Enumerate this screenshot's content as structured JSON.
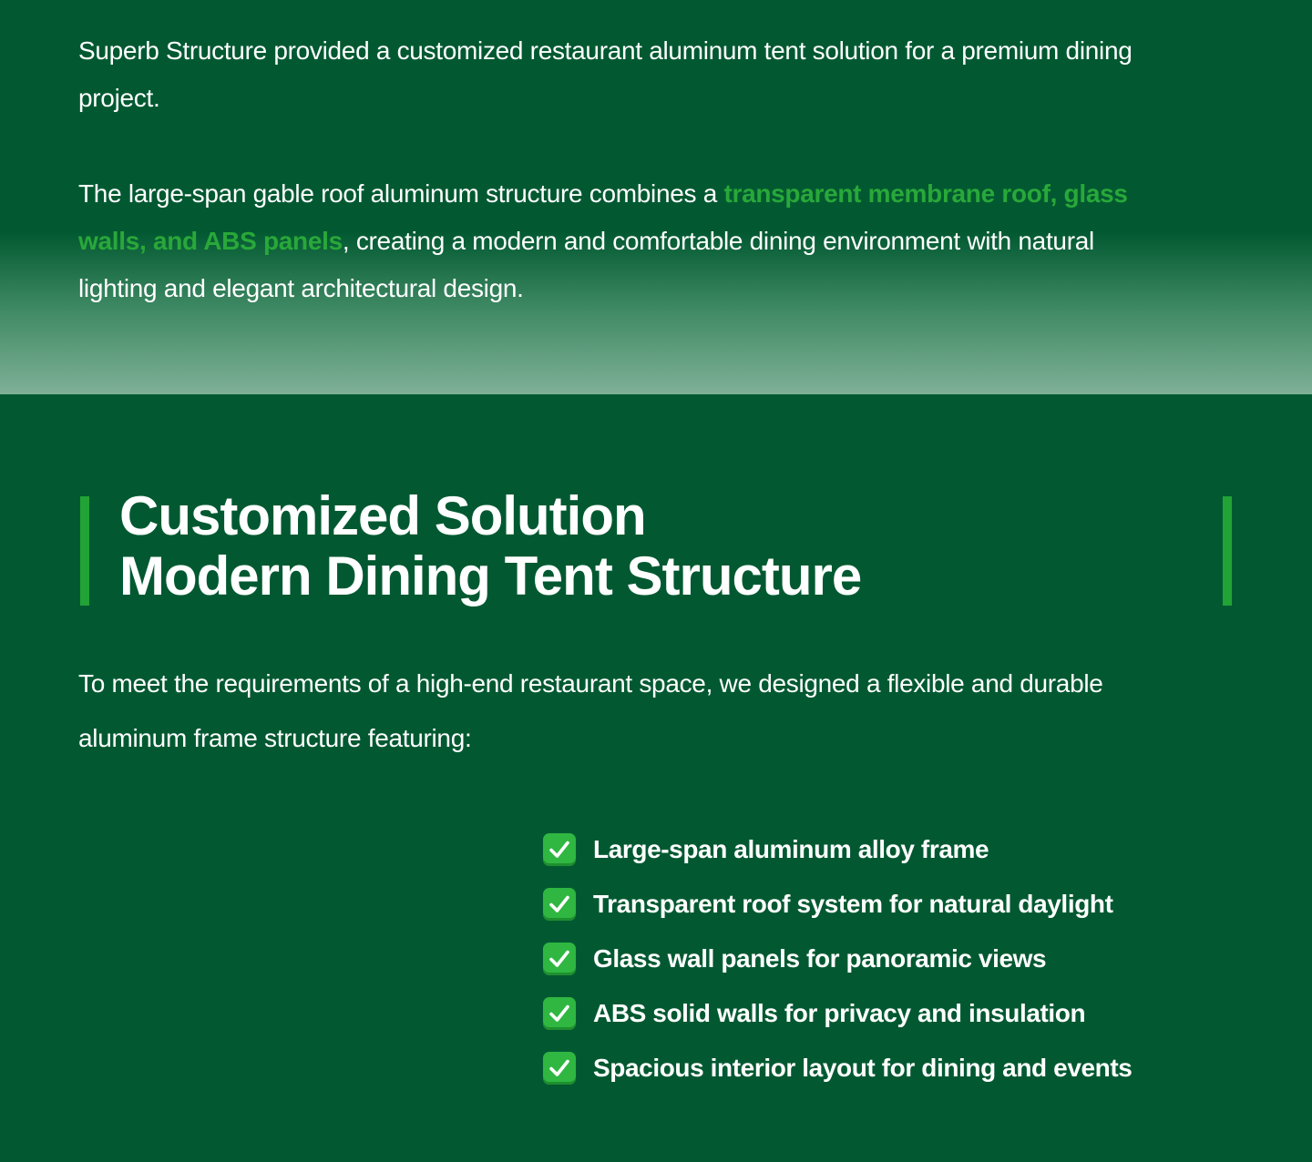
{
  "intro": {
    "paragraph1": "Superb Structure provided a customized restaurant aluminum tent solution for a premium dining project.",
    "paragraph2_before": "The large-span gable roof aluminum structure combines a ",
    "paragraph2_highlight": "transparent membrane roof, glass walls, and ABS panels",
    "paragraph2_after": ", creating a modern and comfortable dining environment with natural lighting and elegant architectural design."
  },
  "feature": {
    "heading_line1": "Customized Solution",
    "heading_line2": "Modern Dining Tent Structure",
    "description": "To meet the requirements of a high-end restaurant space, we designed a flexible and durable aluminum frame structure featuring:",
    "items": [
      {
        "label": "Large-span aluminum alloy frame",
        "icon": "check-mark-icon"
      },
      {
        "label": "Transparent roof system for natural daylight",
        "icon": "check-mark-icon"
      },
      {
        "label": "Glass wall panels for panoramic views",
        "icon": "check-mark-icon"
      },
      {
        "label": "ABS solid walls for privacy and insulation",
        "icon": "check-mark-icon"
      },
      {
        "label": "Spacious interior layout for dining and events",
        "icon": "check-mark-icon"
      }
    ]
  },
  "colors": {
    "background": "#025931",
    "accent": "#21a336",
    "highlight_text": "#29a839",
    "text": "#ffffff"
  }
}
